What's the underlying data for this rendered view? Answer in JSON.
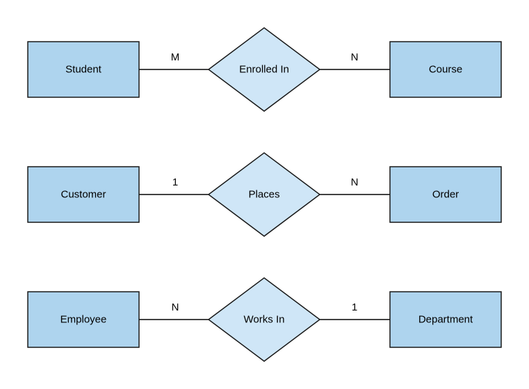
{
  "diagram": {
    "type": "entity-relationship",
    "rows": [
      {
        "left_entity": "Student",
        "left_cardinality": "M",
        "relationship": "Enrolled In",
        "right_cardinality": "N",
        "right_entity": "Course"
      },
      {
        "left_entity": "Customer",
        "left_cardinality": "1",
        "relationship": "Places",
        "right_cardinality": "N",
        "right_entity": "Order"
      },
      {
        "left_entity": "Employee",
        "left_cardinality": "N",
        "relationship": "Works In",
        "right_cardinality": "1",
        "right_entity": "Department"
      }
    ]
  },
  "colors": {
    "entity_fill": "#aed4ee",
    "relationship_fill": "#cfe6f7",
    "stroke": "#191919",
    "line": "#000000",
    "background": "#ffffff",
    "text": "#000000"
  }
}
